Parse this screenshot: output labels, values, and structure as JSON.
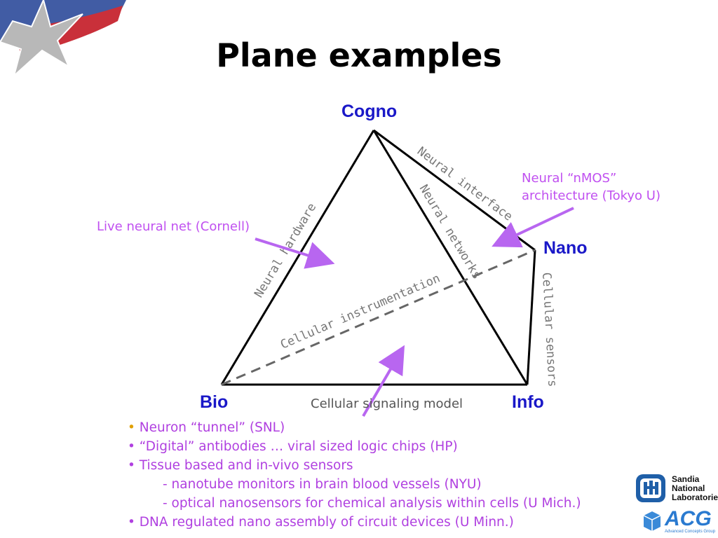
{
  "slide": {
    "title": "Plane examples"
  },
  "vertices": {
    "cogno": "Cogno",
    "nano": "Nano",
    "bio": "Bio",
    "info": "Info"
  },
  "edge_labels": {
    "neural_hardware": "Neural hardware",
    "neural_networks": "Neural networks",
    "neural_interface": "Neural   interface",
    "cellular_instrumentation": "Cellular instrumentation",
    "cellular_sensors": "Cellular  sensors",
    "cellular_signaling_model": "Cellular  signaling model"
  },
  "callouts": {
    "live_neural_net": "Live neural net (Cornell)",
    "neural_nmos_line1": "Neural “nMOS”",
    "neural_nmos_line2": "architecture (Tokyo U)"
  },
  "bullets": [
    {
      "text": "Neuron “tunnel” (SNL)",
      "sub": false
    },
    {
      "text": "“Digital” antibodies … viral sized logic chips (HP)",
      "sub": false
    },
    {
      "text": "Tissue based and in-vivo sensors",
      "sub": false
    },
    {
      "text": "- nanotube monitors in brain blood vessels (NYU)",
      "sub": true
    },
    {
      "text": "- optical nanosensors for chemical analysis within cells (U Mich.)",
      "sub": true
    },
    {
      "text": "DNA regulated nano assembly of circuit devices (U Minn.)",
      "sub": false
    }
  ],
  "logos": {
    "sandia_line1": "Sandia",
    "sandia_line2": "National",
    "sandia_line3": "Laboratories",
    "acg": "ACG",
    "acg_sub": "Advanced Concepts Group"
  },
  "colors": {
    "vertex": "#1a18c8",
    "callout": "#c050f0",
    "arrow": "#b866f0",
    "edge": "#000000",
    "dashed_edge": "#666666"
  }
}
